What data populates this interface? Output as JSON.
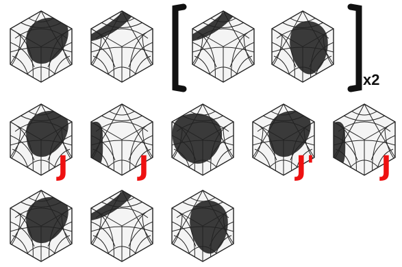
{
  "colors": {
    "face_fill": "#f4f4f4",
    "line": "#222222",
    "shade": "#3a3a3a",
    "bracket": "#111111",
    "move": "#ee1111"
  },
  "repeat_label": "x2",
  "rows": [
    {
      "cubes": [
        {
          "shape": "ellipse-top-center",
          "move": ""
        },
        {
          "shape": "band-top-left",
          "move": ""
        },
        {
          "shape": "band-top-left",
          "move": ""
        },
        {
          "shape": "ellipse-right",
          "move": ""
        }
      ]
    },
    {
      "cubes": [
        {
          "shape": "ellipse-top-center",
          "move": "J"
        },
        {
          "shape": "strip-left",
          "move": "J"
        },
        {
          "shape": "ellipse-left",
          "move": ""
        },
        {
          "shape": "ellipse-top-center",
          "move": "J'"
        },
        {
          "shape": "strip-left",
          "move": "J"
        }
      ]
    },
    {
      "cubes": [
        {
          "shape": "ellipse-top-center",
          "move": ""
        },
        {
          "shape": "band-top-left",
          "move": ""
        },
        {
          "shape": "ellipse-right",
          "move": ""
        }
      ]
    }
  ]
}
